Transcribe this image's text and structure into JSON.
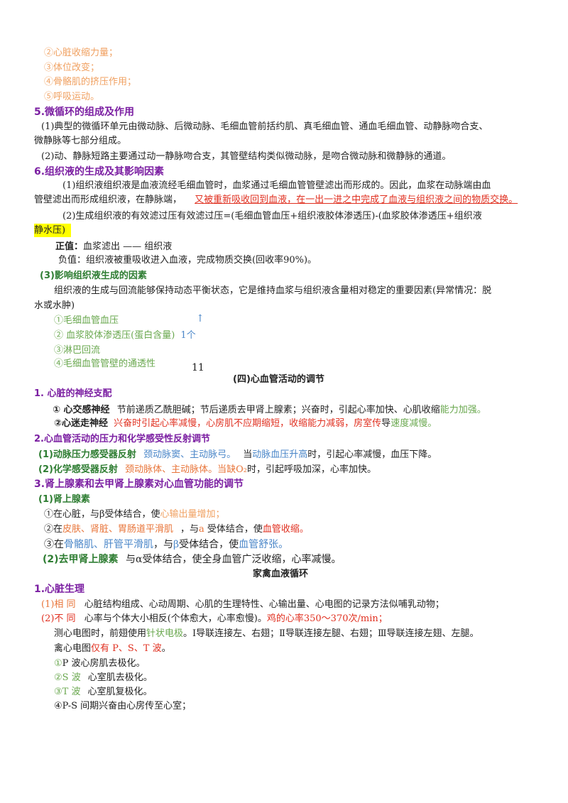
{
  "factors": [
    "②心脏收缩力量；",
    "③体位改变；",
    "④骨骼肌的挤压作用；",
    "⑤呼吸运动。"
  ],
  "s5": {
    "title": "5.微循环的组成及作用",
    "p1a": "(1)典型的微循环单元由微动脉、后微动脉、毛细血管前括约肌、真毛细血管、通血毛细血管、动静脉吻合支、",
    "p1b": "微静脉等七部分组成。",
    "p2": "(2)动、静脉短路主要通过动一静脉吻合支，其管壁结构类似微动脉，是吻合微动脉和微静脉的通道。"
  },
  "s6": {
    "title": "6.组织液的生成及其影响因素",
    "p1a": "(1)组织液组织液是血液流经毛细血管时，血浆通过毛细血管管壁滤出而形成的。因此，血浆在动脉端由血",
    "p1b_black": "管壁滤出而形成组织液，在静脉端，",
    "p1b_red": "又被重新吸收回到血液，在一出一进之中完成了血液与组织液之间的物质交换。",
    "p2a": "(2)生成组织液的有效滤过压有效滤过压=(毛细血管血压+组织液胶体渗透压)-(血浆胶体渗透压+组织液",
    "p2b": "静水压)",
    "pos_label": "正值：",
    "pos_text": "血浆滤出 —— 组织液",
    "neg_label": "负值：",
    "neg_text": "组织液被重吸收进入血液，完成物质交换(回收率90%)。",
    "sub3": "(3)影响组织液生成的因素",
    "p3a": "组织液的生成与回流能够保持动态平衡状态，它是维持血浆与组织液含量相对稳定的重要因素(异常情况：脱",
    "p3b": "水或水肿)",
    "f1": "①毛细血管血压",
    "f2": "②  血浆胶体渗透压(蛋白含量)",
    "f2_arrow": "↑",
    "f2_tail": "1个",
    "f3": "③淋巴回流",
    "f4": "④毛细血管管壁的通透性",
    "page_num": "11"
  },
  "s4": {
    "title": "(四)心血管活动的调节",
    "h1": "1. 心脏的神经支配",
    "n1_label": "①  心交感神经",
    "n1_text_a": "节前递质乙酰胆碱；节后递质去甲肾上腺素；兴奋时，引起心率加快、心肌收缩",
    "n1_text_b": "能力加强。",
    "n2_label": "②心迷走神经",
    "n2_text_a": "兴奋时引起心率减慢，心房肌不应期缩短，收缩能力减弱，房室传",
    "n2_text_b": "导",
    "n2_text_c": "速度减慢。",
    "h2": "2.心血管活动的压力和化学感受性反射调节",
    "r1_label": "(1)动脉压力感受器反射",
    "r1_blue": "颈动脉窦、主动脉弓。",
    "r1_mid": "当",
    "r1_blue2": "动脉血压升高",
    "r1_tail": "时，引起心率减慢，血压下降。",
    "r2_label": "(2)化学感受器反射",
    "r2_orange": "颈动脉体、主动脉体。当缺",
    "r2_o2": "O₂",
    "r2_tail": "时，引起呼吸加深，心率加快。",
    "h3": "3.肾上腺素和去甲肾上腺素对心血管功能的调节",
    "a_label": "(1)肾上腺素",
    "a1_a": "①在心脏，与β受体结合，使",
    "a1_b": "心输出量增加；",
    "a2_a": "②在",
    "a2_b": "皮肤、肾脏、胃肠道平滑肌",
    "a2_c": "，与",
    "a2_d": "a",
    "a2_e": "受体结合，使",
    "a2_f": "血管收缩。",
    "a3_a": "③在",
    "a3_b": "骨骼肌、肝管平滑肌",
    "a3_c": "，与",
    "a3_d": "β",
    "a3_e": "受体结合，使",
    "a3_f": "血管舒张。",
    "na_label": "(2)去甲肾上腺素",
    "na_text": "与α受体结合，使全身血管广泛收缩，心率减慢。"
  },
  "poultry": {
    "title": "家禽血液循环",
    "h1": "1.心脏生理",
    "s1_label": "(1)相 同",
    "s1_text": "心脏结构组成、心动周期、心肌的生理特性、心输出量、心电图的记录方法似哺乳动物；",
    "s2_label": "(2)不 同",
    "s2_text": "心率与个体大小相反(个体愈大，心率愈慢)。",
    "s2_red": "鸡的心率350～370次/min；",
    "ecg_a": "测心电图时，前翅使用",
    "ecg_b": "针状电极",
    "ecg_c": "。Ⅰ导联连接左、右翅；Ⅱ导联连接左腿、右翅；Ⅲ导联连接左翅、左腿。",
    "ecg2_a": "禽心电图",
    "ecg2_b": "仅有 P、S、T 波",
    "ecg2_c": "。",
    "w1_a": "①",
    "w1_b": "P 波心房肌去极化。",
    "w2_a": "②S 波",
    "w2_b": "心室肌去极化。",
    "w3_a": "③T 波",
    "w3_b": "心室肌复极化。",
    "w4": "④P-S 间期兴奋由心房传至心室；"
  }
}
